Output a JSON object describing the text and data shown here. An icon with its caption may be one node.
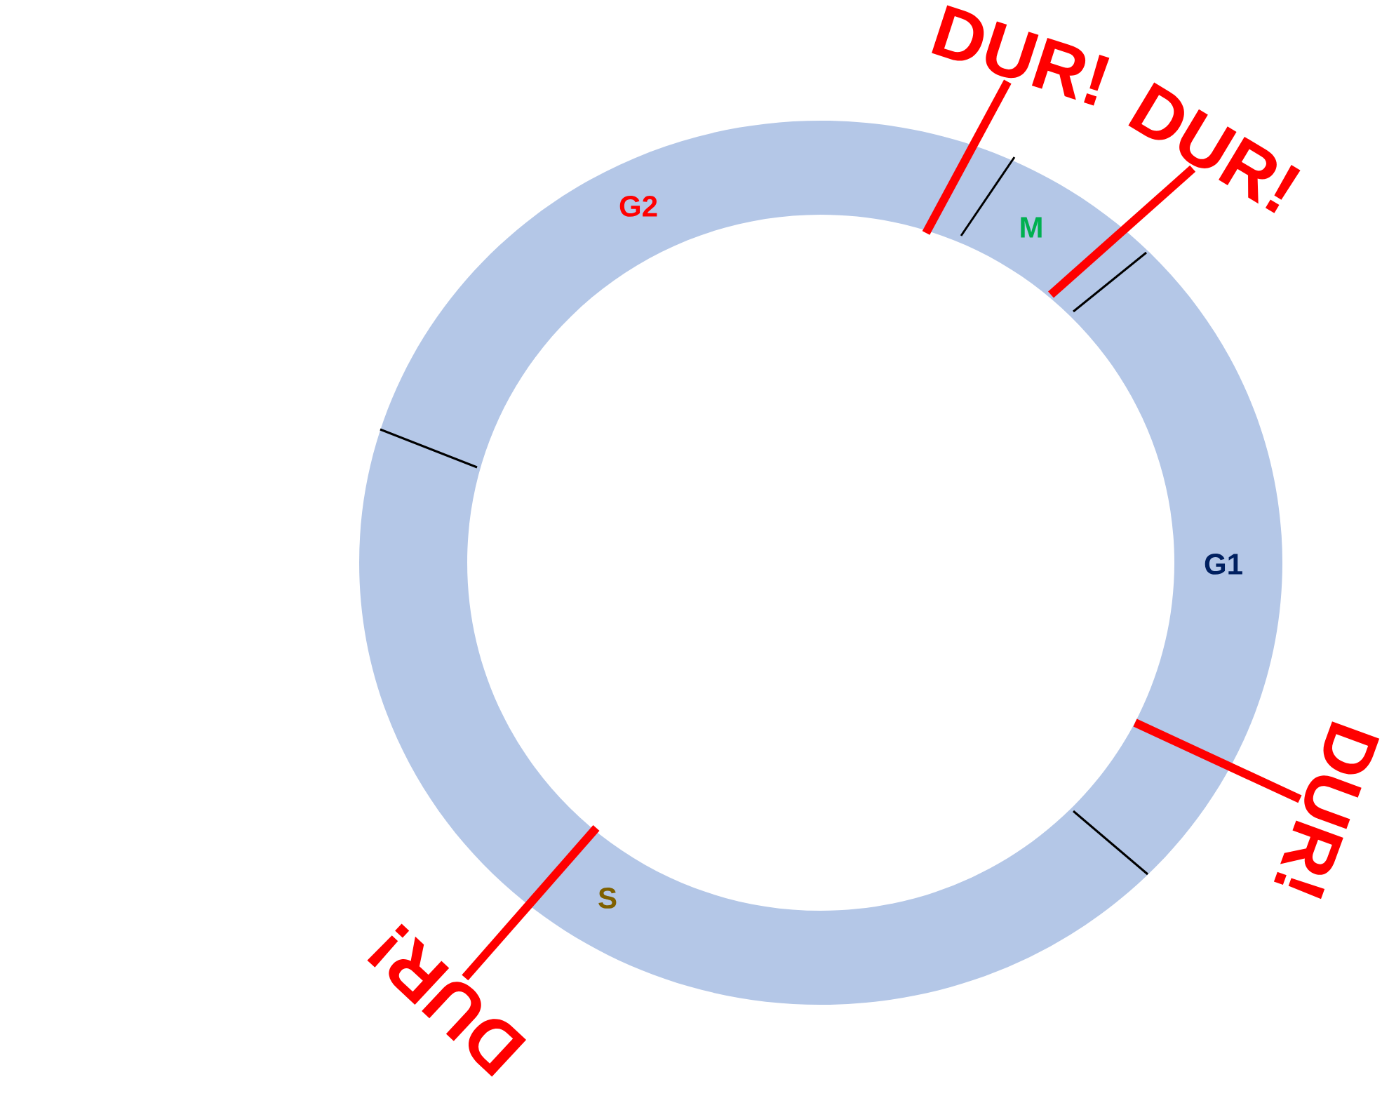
{
  "diagram": {
    "nodes": [
      {
        "text": [
          "DUR!"
        ]
      },
      {
        "text": [
          "DUR!"
        ]
      },
      {
        "text": [
          "DUR!"
        ]
      },
      {
        "text": [
          "DUR!"
        ]
      }
    ],
    "edges": [
      {
        "from": 0,
        "to": null,
        "arrow": "none"
      },
      {
        "from": 1,
        "to": null,
        "arrow": "none"
      },
      {
        "from": 2,
        "to": null,
        "arrow": "none"
      },
      {
        "from": 3,
        "to": null,
        "arrow": "none"
      }
    ],
    "labels": [
      "G2",
      "M",
      "G1",
      "S"
    ]
  }
}
